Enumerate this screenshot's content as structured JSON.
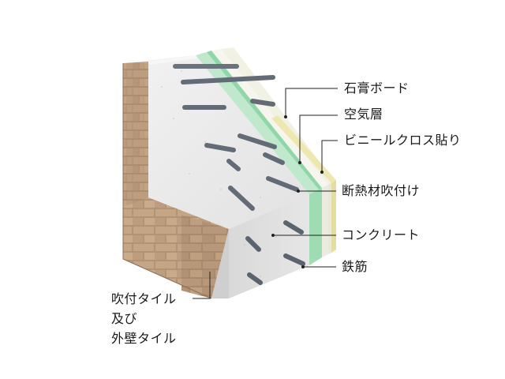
{
  "diagram": {
    "labels": {
      "gypsum_board": "石膏ボード",
      "air_layer": "空気層",
      "vinyl_cloth": "ビニールクロス貼り",
      "insulation": "断熱材吹付け",
      "concrete": "コンクリート",
      "rebar": "鉄筋",
      "tile_line1": "吹付タイル",
      "tile_line2": "及び",
      "tile_line3": "外壁タイル"
    },
    "colors": {
      "brick": "#b89a7c",
      "concrete": "#dcdcdc",
      "insulation_green": "#8fd6a8",
      "gypsum_cream": "#f1ecc0",
      "rebar": "#5c6470",
      "leader": "#222222"
    }
  }
}
